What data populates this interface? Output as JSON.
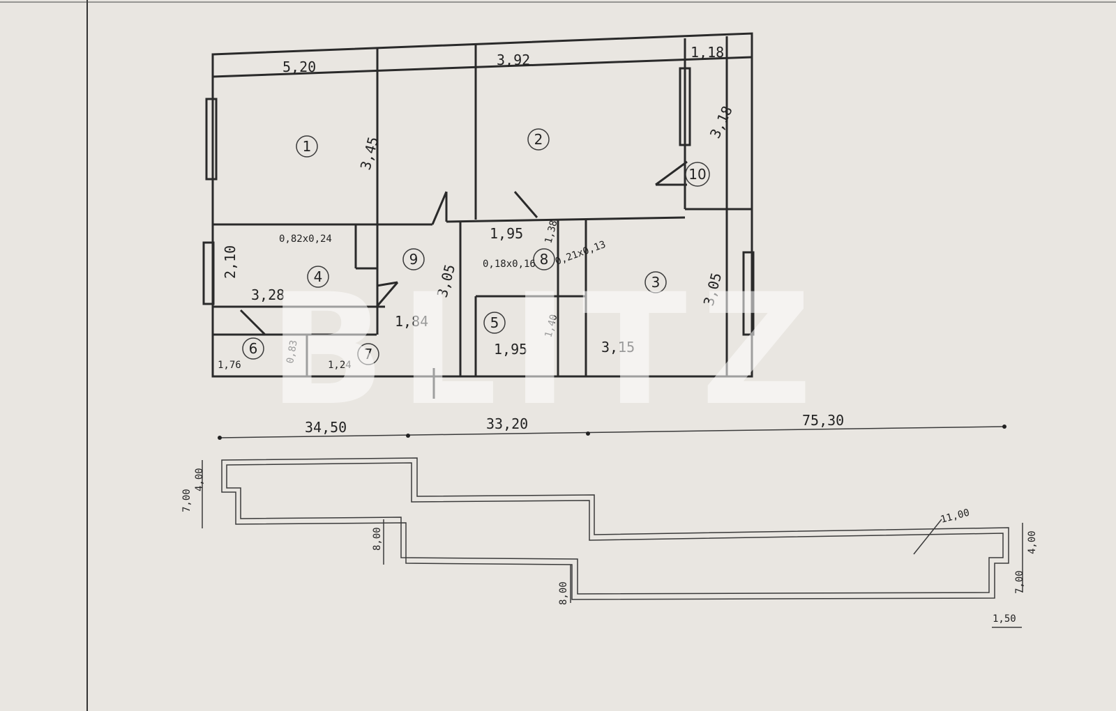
{
  "plan": {
    "rooms": [
      "1",
      "2",
      "3",
      "4",
      "5",
      "6",
      "7",
      "8",
      "9",
      "10"
    ],
    "dimensions": {
      "top_left_width": "5,20",
      "top_mid_width": "3,92",
      "top_right_width": "1,18",
      "room1_height": "3,45",
      "room10_height": "3,18",
      "room4_height": "2,10",
      "room4_width": "3,28",
      "niche4": "0,82x0,24",
      "room9_height": "3,05",
      "hall_width": "1,84",
      "room5_top_width": "1,95",
      "niche5": "0,18x0,16",
      "niche8": "0,21x0,13",
      "room8_height": "1,38",
      "room5_height": "1,40",
      "room5_bottom_width": "1,95",
      "room3_height": "3,05",
      "room3_width": "3,15",
      "room6_width": "1,76",
      "room6_height": "0,83",
      "room7_width": "1,24"
    }
  },
  "site": {
    "seg1": "34,50",
    "seg2": "33,20",
    "seg3": "75,30",
    "left_outer": "7,00",
    "left_inner": "4,00",
    "step1": "8,00",
    "step2": "8,00",
    "right_inner": "4,00",
    "right_outer": "7,00",
    "right_width": "1,50",
    "right_label": "11,00"
  },
  "watermark": "BLITZ"
}
